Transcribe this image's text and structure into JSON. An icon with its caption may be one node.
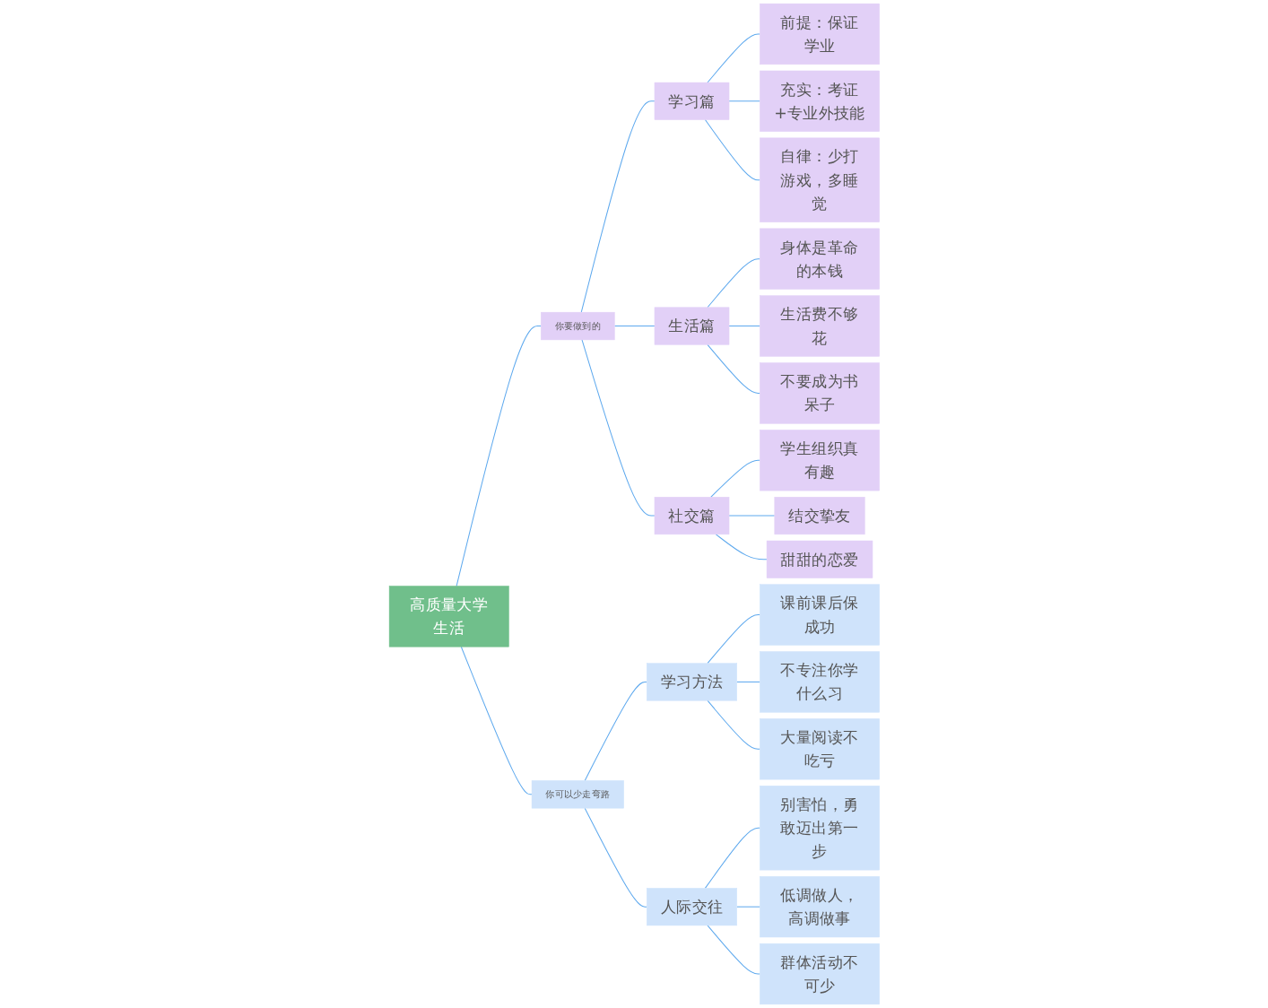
{
  "diagram": {
    "nodes": [
      {
        "text": [
          "高质量大学生活"
        ]
      },
      {
        "text": [
          "你要做到的"
        ]
      },
      {
        "text": [
          "学习篇"
        ]
      },
      {
        "text": [
          "前提：保证学业"
        ]
      },
      {
        "text": [
          "充实：考证+专业外技能"
        ]
      },
      {
        "text": [
          "自律：少打游戏，多睡觉"
        ]
      },
      {
        "text": [
          "生活篇"
        ]
      },
      {
        "text": [
          "身体是革命的本钱"
        ]
      },
      {
        "text": [
          "生活费不够花"
        ]
      },
      {
        "text": [
          "不要成为书呆子"
        ]
      },
      {
        "text": [
          "社交篇"
        ]
      },
      {
        "text": [
          "学生组织真有趣"
        ]
      },
      {
        "text": [
          "结交挚友"
        ]
      },
      {
        "text": [
          "甜甜的恋爱"
        ]
      },
      {
        "text": [
          "你可以少走弯路"
        ]
      },
      {
        "text": [
          "学习方法"
        ]
      },
      {
        "text": [
          "课前课后保成功"
        ]
      },
      {
        "text": [
          "不专注你学什么习"
        ]
      },
      {
        "text": [
          "大量阅读不吃亏"
        ]
      },
      {
        "text": [
          "人际交往"
        ]
      },
      {
        "text": [
          "别害怕，勇敢迈出第一步"
        ]
      },
      {
        "text": [
          "低调做人，高调做事"
        ]
      },
      {
        "text": [
          "群体活动不可少"
        ]
      }
    ],
    "edges": [
      {
        "from": 0,
        "to": 1,
        "arrow": "none"
      },
      {
        "from": 1,
        "to": 2,
        "arrow": "none"
      },
      {
        "from": 2,
        "to": 3,
        "arrow": "none"
      },
      {
        "from": 2,
        "to": 4,
        "arrow": "none"
      },
      {
        "from": 2,
        "to": 5,
        "arrow": "none"
      },
      {
        "from": 1,
        "to": 6,
        "arrow": "none"
      },
      {
        "from": 6,
        "to": 7,
        "arrow": "none"
      },
      {
        "from": 6,
        "to": 8,
        "arrow": "none"
      },
      {
        "from": 6,
        "to": 9,
        "arrow": "none"
      },
      {
        "from": 1,
        "to": 10,
        "arrow": "none"
      },
      {
        "from": 10,
        "to": 11,
        "arrow": "none"
      },
      {
        "from": 10,
        "to": 12,
        "arrow": "none"
      },
      {
        "from": 10,
        "to": 13,
        "arrow": "none"
      },
      {
        "from": 0,
        "to": 14,
        "arrow": "none"
      },
      {
        "from": 14,
        "to": 15,
        "arrow": "none"
      },
      {
        "from": 15,
        "to": 16,
        "arrow": "none"
      },
      {
        "from": 15,
        "to": 17,
        "arrow": "none"
      },
      {
        "from": 15,
        "to": 18,
        "arrow": "none"
      },
      {
        "from": 14,
        "to": 19,
        "arrow": "none"
      },
      {
        "from": 19,
        "to": 20,
        "arrow": "none"
      },
      {
        "from": 19,
        "to": 21,
        "arrow": "none"
      },
      {
        "from": 19,
        "to": 22,
        "arrow": "none"
      }
    ]
  }
}
